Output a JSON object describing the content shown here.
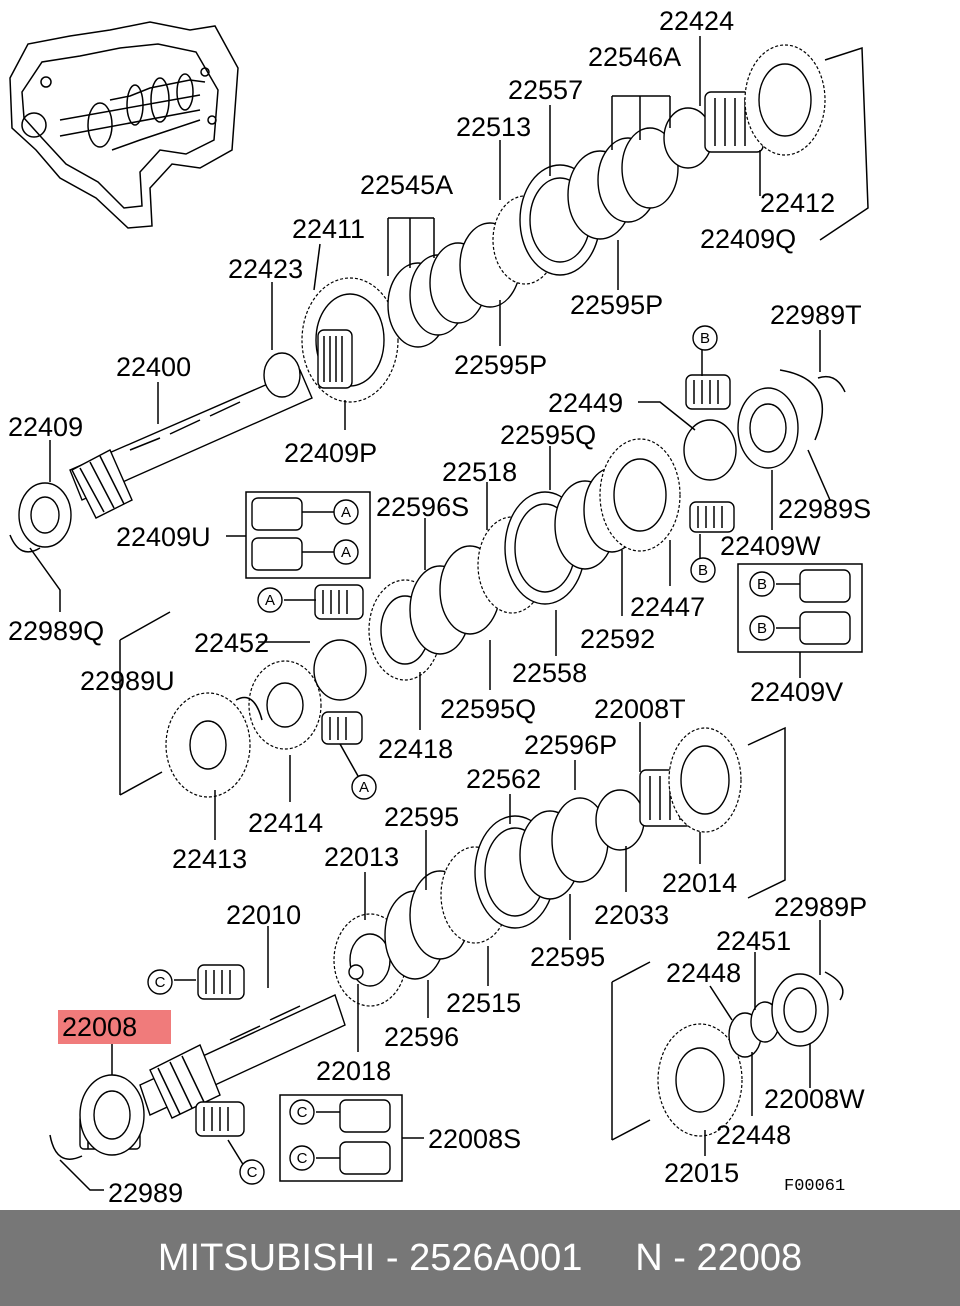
{
  "highlight_color": "#f07b7b",
  "footer_bg": "#777777",
  "callouts": {
    "p22424": "22424",
    "p22546A": "22546A",
    "p22557": "22557",
    "p22513": "22513",
    "p22545A": "22545A",
    "p22411": "22411",
    "p22423": "22423",
    "p22400": "22400",
    "p22409": "22409",
    "p22409P": "22409P",
    "p22595P_a": "22595P",
    "p22595P_b": "22595P",
    "p22412": "22412",
    "p22409Q": "22409Q",
    "p22989T": "22989T",
    "p22449": "22449",
    "p22595Q_a": "22595Q",
    "p22518": "22518",
    "p22596S": "22596S",
    "p22409U": "22409U",
    "p22989S": "22989S",
    "p22409W": "22409W",
    "p22447": "22447",
    "p22592": "22592",
    "p22409V": "22409V",
    "p22989Q": "22989Q",
    "p22452": "22452",
    "p22989U": "22989U",
    "p22558": "22558",
    "p22595Q_b": "22595Q",
    "p22418": "22418",
    "p22008T": "22008T",
    "p22596P": "22596P",
    "p22562": "22562",
    "p22414": "22414",
    "p22413": "22413",
    "p22595_a": "22595",
    "p22014": "22014",
    "p22013": "22013",
    "p22033": "22033",
    "p22010": "22010",
    "p22595_b": "22595",
    "p22989P": "22989P",
    "p22451": "22451",
    "p22448_a": "22448",
    "p22515": "22515",
    "p22008": "22008",
    "p22596": "22596",
    "p22018": "22018",
    "p22008W": "22008W",
    "p22448_b": "22448",
    "p22008S": "22008S",
    "p22015": "22015",
    "p22989": "22989"
  },
  "circle_labels": {
    "a": "A",
    "b": "B",
    "c": "C"
  },
  "figure_code": "F00061",
  "footer": {
    "brand": "MITSUBISHI",
    "sep1": " - ",
    "part_number": "2526A001",
    "gap": "     ",
    "ref_prefix": "N",
    "sep2": " - ",
    "ref_number": "22008"
  }
}
